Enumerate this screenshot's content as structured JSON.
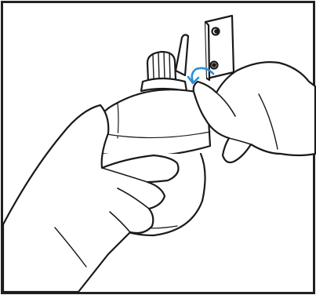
{
  "illustration": {
    "subjects": [
      "left-hand",
      "right-hand",
      "ptz-camera",
      "antenna",
      "mounting-bracket",
      "mounting-screws",
      "rotation-arrow-icon"
    ],
    "colors": {
      "line": "#1a1a1a",
      "fill": "#ffffff",
      "accent": "#2b8fd6",
      "frame": "#222222"
    }
  }
}
